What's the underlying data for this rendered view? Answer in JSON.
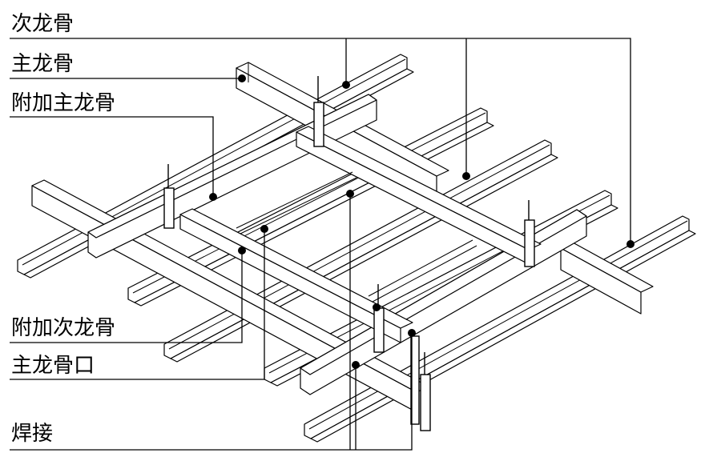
{
  "labels": {
    "secondary_keel": "次龙骨",
    "main_keel": "主龙骨",
    "additional_main_keel": "附加主龙骨",
    "additional_secondary_keel": "附加次龙骨",
    "main_keel_opening": "主龙骨口",
    "welding": "焊接"
  },
  "colors": {
    "line": "#000000",
    "background": "#ffffff"
  }
}
